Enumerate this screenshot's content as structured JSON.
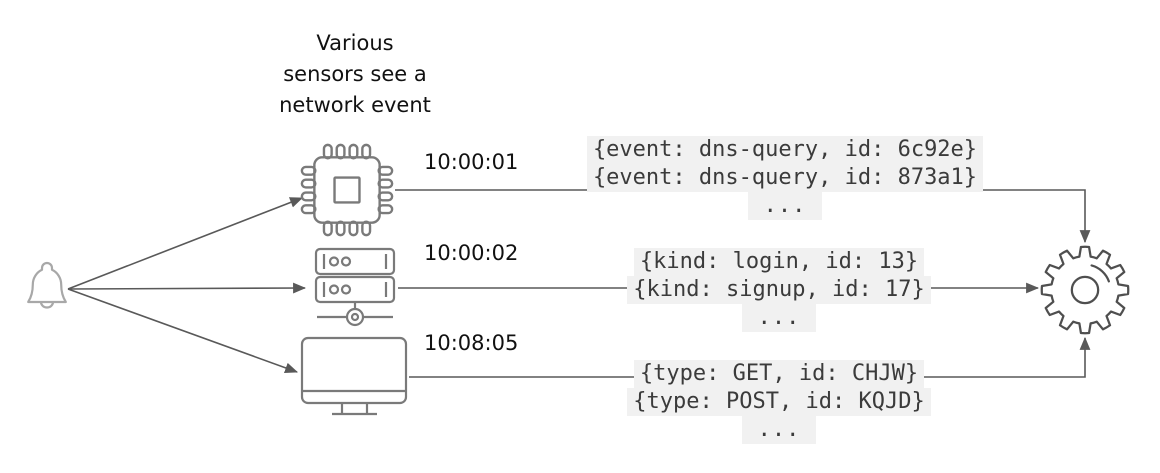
{
  "diagram": {
    "caption_lines": [
      "Various",
      "sensors see a",
      "network event"
    ],
    "source": {
      "icon": "bell-icon"
    },
    "sink": {
      "icon": "gear-icon"
    },
    "rows": [
      {
        "sensor_icon": "chip-icon",
        "timestamp": "10:00:01",
        "events": [
          "{event: dns-query, id: 6c92e}",
          "{event: dns-query, id: 873a1}"
        ],
        "more": "..."
      },
      {
        "sensor_icon": "server-icon",
        "timestamp": "10:00:02",
        "events": [
          "{kind: login, id: 13}",
          "{kind: signup, id: 17}"
        ],
        "more": "..."
      },
      {
        "sensor_icon": "monitor-icon",
        "timestamp": "10:08:05",
        "events": [
          "{type: GET, id: CHJW}",
          "{type: POST, id: KQJD}"
        ],
        "more": "..."
      }
    ],
    "colors": {
      "background": "#ffffff",
      "arrow": "#595959",
      "sensor_icon_stroke": "#7a7a7a",
      "bell_stroke": "#a8a8a8",
      "gear_stroke": "#4f4f4f",
      "code_bg": "#f1f1f1",
      "code_text": "#3b3b3b",
      "label_text": "#111111"
    }
  }
}
